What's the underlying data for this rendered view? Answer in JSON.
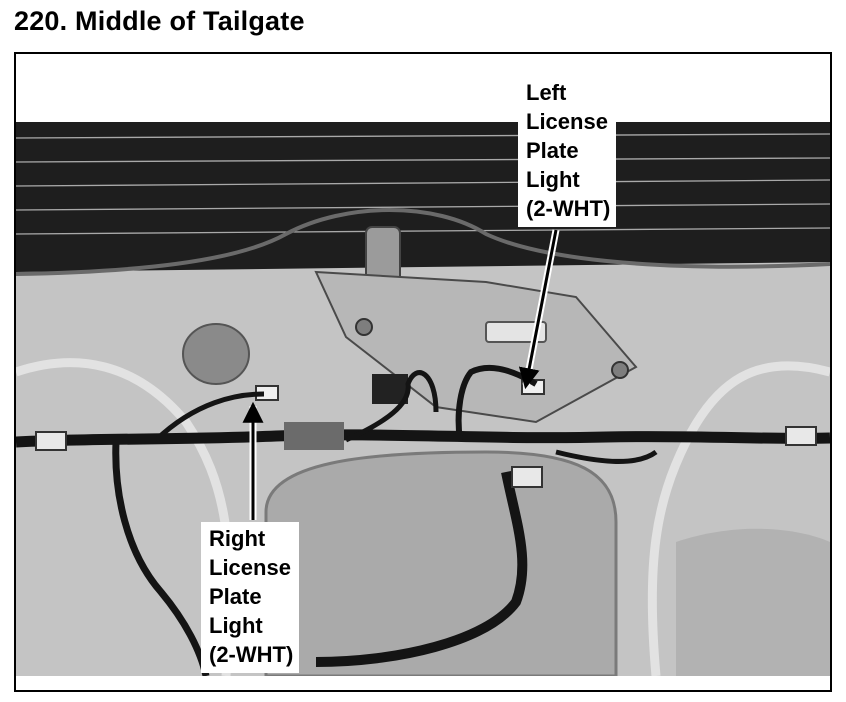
{
  "page": {
    "title": "220. Middle of Tailgate"
  },
  "callouts": {
    "left": [
      "Left",
      "License",
      "Plate",
      "Light",
      "(2-WHT)"
    ],
    "right": [
      "Right",
      "License",
      "Plate",
      "Light",
      "(2-WHT)"
    ]
  },
  "colors": {
    "ink": "#000000",
    "panel": "#c4c4c4",
    "glass": "#1e1e1e",
    "harness": "#141414"
  }
}
